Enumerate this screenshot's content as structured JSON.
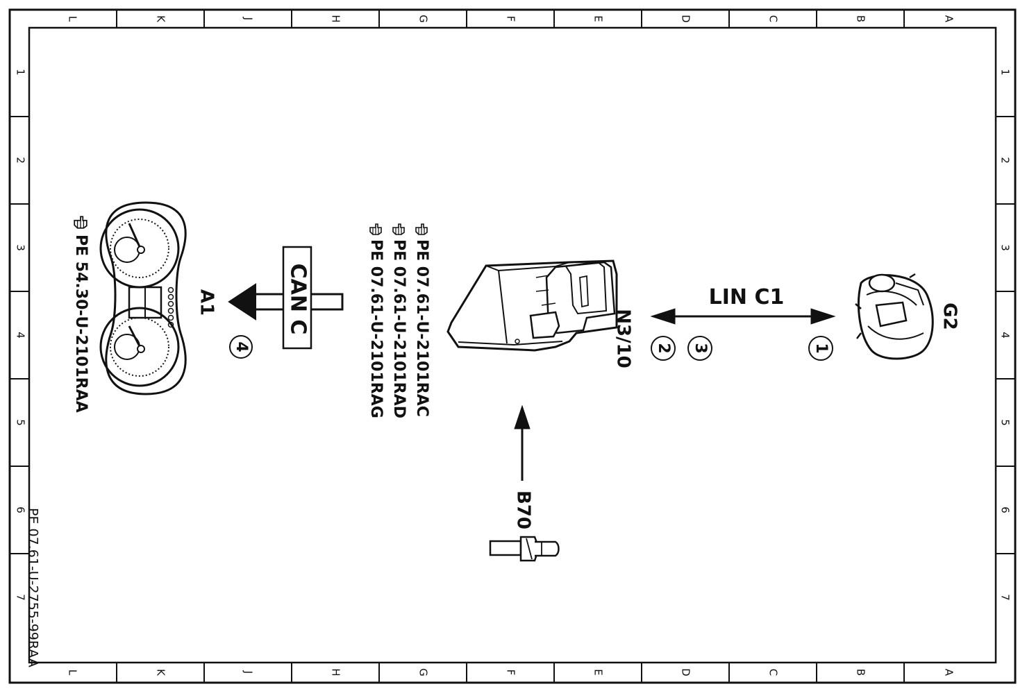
{
  "frame": {
    "column_letters": [
      "L",
      "K",
      "J",
      "H",
      "G",
      "F",
      "E",
      "D",
      "C",
      "B",
      "A"
    ],
    "row_numbers": [
      "1",
      "2",
      "3",
      "4",
      "5",
      "6",
      "7"
    ]
  },
  "components": {
    "instrument_cluster": {
      "label": "A1"
    },
    "control_unit": {
      "label": "N3/10"
    },
    "alternator": {
      "label": "G2"
    },
    "sensor": {
      "label": "B70"
    }
  },
  "buses": {
    "can": {
      "label": "CAN C"
    },
    "lin": {
      "label": "LIN C1"
    }
  },
  "references": {
    "cluster_ref": "PE 54.30-U-2101RAA",
    "ecu_refs": [
      "PE 07.61-U-2101RAC",
      "PE 07.61-U-2101RAD",
      "PE 07.61-U-2101RAG"
    ]
  },
  "callouts": [
    "1",
    "2",
    "3",
    "4"
  ],
  "document_id": "PE 07.61-U-2755-99RAA",
  "colors": {
    "ink": "#111111",
    "paper": "#ffffff"
  },
  "icons": [
    "pointing-hand-icon",
    "gauge-icon",
    "arrow-left-icon",
    "arrow-up-icon",
    "double-arrow-icon"
  ]
}
